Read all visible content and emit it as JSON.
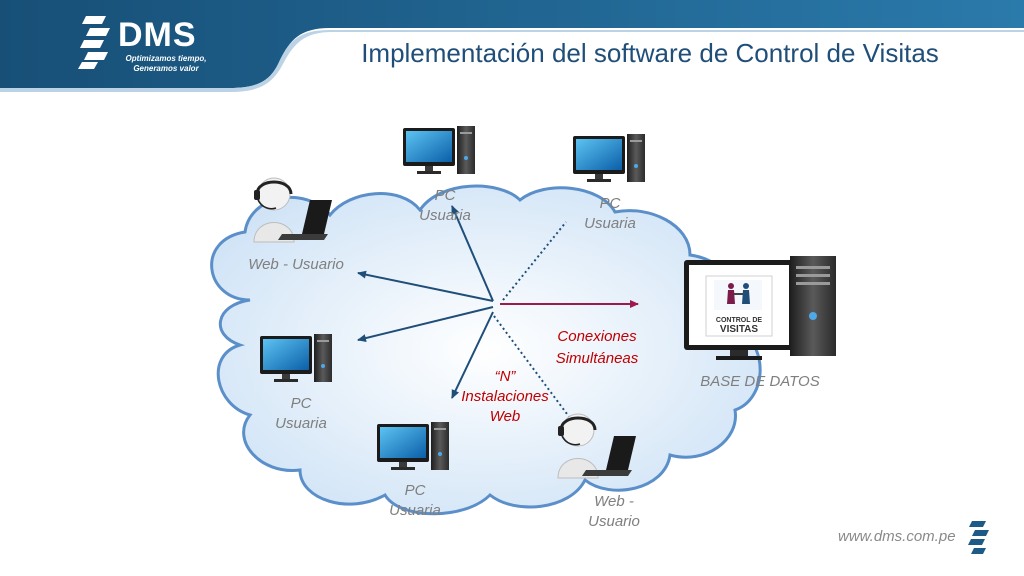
{
  "header": {
    "logo_text": "DMS",
    "logo_tagline_1": "Optimizamos tiempo,",
    "logo_tagline_2": "Generamos valor",
    "title": "Implementación del software de Control de Visitas"
  },
  "diagram": {
    "nodes": {
      "pc_top": {
        "label_1": "PC",
        "label_2": "Usuaria"
      },
      "pc_top_right": {
        "label_1": "PC",
        "label_2": "Usuaria"
      },
      "web_user_top": {
        "label": "Web - Usuario"
      },
      "pc_left": {
        "label_1": "PC",
        "label_2": "Usuaria"
      },
      "pc_bottom": {
        "label_1": "PC",
        "label_2": "Usuaria"
      },
      "web_user_bottom": {
        "label_1": "Web -",
        "label_2": "Usuario"
      },
      "server": {
        "label": "BASE DE DATOS",
        "screen_text_1": "CONTROL DE",
        "screen_text_2": "VISITAS"
      }
    },
    "center_label_1": "“N”",
    "center_label_2": "Instalaciones",
    "center_label_3": "Web",
    "connections_label_1": "Conexiones",
    "connections_label_2": "Simultáneas"
  },
  "footer": {
    "url": "www.dms.com.pe"
  },
  "colors": {
    "header": "#1d5b86",
    "title": "#1f4e79",
    "arrow": "#1f4e79",
    "arrow_red": "#9b1c4c",
    "cloud_edge": "#5b8fc9",
    "cloud_fill": "#dcebf8",
    "label_gray": "#7f7f7f",
    "label_red": "#c00000"
  }
}
